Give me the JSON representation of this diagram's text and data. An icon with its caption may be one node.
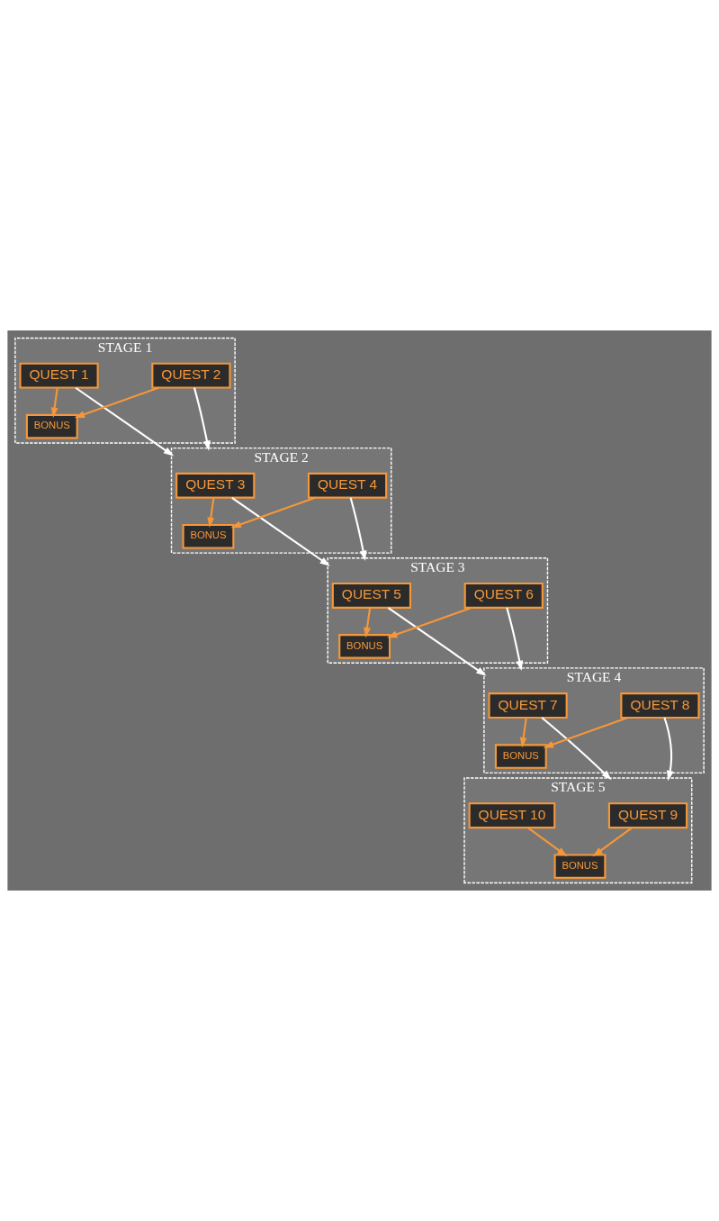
{
  "diagram": {
    "nodes": [
      {
        "text": [
          "STAGE 1"
        ]
      },
      {
        "text": [
          "QUEST 1"
        ],
        "in": 0
      },
      {
        "text": [
          "QUEST 2"
        ],
        "in": 0
      },
      {
        "text": [
          "BONUS"
        ],
        "in": 0
      },
      {
        "text": [
          "STAGE 2"
        ]
      },
      {
        "text": [
          "QUEST 3"
        ],
        "in": 4
      },
      {
        "text": [
          "QUEST 4"
        ],
        "in": 4
      },
      {
        "text": [
          "BONUS"
        ],
        "in": 4
      },
      {
        "text": [
          "STAGE 3"
        ]
      },
      {
        "text": [
          "QUEST 5"
        ],
        "in": 8
      },
      {
        "text": [
          "QUEST 6"
        ],
        "in": 8
      },
      {
        "text": [
          "BONUS"
        ],
        "in": 8
      },
      {
        "text": [
          "STAGE 4"
        ]
      },
      {
        "text": [
          "QUEST 7"
        ],
        "in": 12
      },
      {
        "text": [
          "QUEST 8"
        ],
        "in": 12
      },
      {
        "text": [
          "BONUS"
        ],
        "in": 12
      },
      {
        "text": [
          "STAGE 5"
        ]
      },
      {
        "text": [
          "QUEST 9"
        ],
        "in": 16
      },
      {
        "text": [
          "QUEST 10"
        ],
        "in": 16
      },
      {
        "text": [
          "BONUS"
        ],
        "in": 16
      }
    ],
    "edges": [
      {
        "from": 1,
        "to": 3,
        "arrow": "to"
      },
      {
        "from": 2,
        "to": 3,
        "arrow": "to"
      },
      {
        "from": 1,
        "to": 4,
        "arrow": "to",
        "color": "#ffffff"
      },
      {
        "from": 2,
        "to": 4,
        "arrow": "to",
        "color": "#ffffff"
      },
      {
        "from": 5,
        "to": 7,
        "arrow": "to"
      },
      {
        "from": 6,
        "to": 7,
        "arrow": "to"
      },
      {
        "from": 5,
        "to": 8,
        "arrow": "to",
        "color": "#ffffff"
      },
      {
        "from": 6,
        "to": 8,
        "arrow": "to",
        "color": "#ffffff"
      },
      {
        "from": 9,
        "to": 11,
        "arrow": "to"
      },
      {
        "from": 10,
        "to": 11,
        "arrow": "to"
      },
      {
        "from": 9,
        "to": 12,
        "arrow": "to",
        "color": "#ffffff"
      },
      {
        "from": 10,
        "to": 12,
        "arrow": "to",
        "color": "#ffffff"
      },
      {
        "from": 13,
        "to": 15,
        "arrow": "to"
      },
      {
        "from": 14,
        "to": 15,
        "arrow": "to"
      },
      {
        "from": 13,
        "to": 16,
        "arrow": "to",
        "color": "#ffffff"
      },
      {
        "from": 14,
        "to": 16,
        "arrow": "to",
        "color": "#ffffff"
      },
      {
        "from": 17,
        "to": 19,
        "arrow": "to"
      },
      {
        "from": 18,
        "to": 19,
        "arrow": "to"
      }
    ]
  }
}
